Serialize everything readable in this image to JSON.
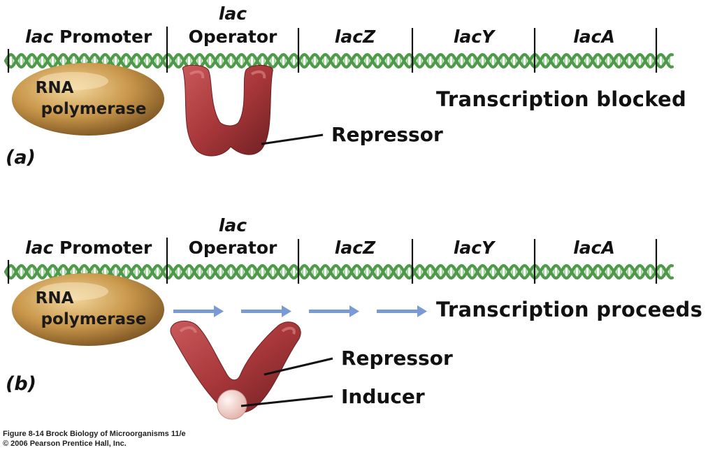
{
  "panel_a": {
    "label": "(a)",
    "genes": {
      "promoter_italic": "lac",
      "promoter": "Promoter",
      "operator_italic": "lac",
      "operator": "Operator",
      "lacz": "lacZ",
      "lacy": "lacY",
      "laca": "lacA"
    },
    "polymerase_line1": "RNA",
    "polymerase_line2": "polymerase",
    "repressor_label": "Repressor",
    "status": "Transcription blocked"
  },
  "panel_b": {
    "label": "(b)",
    "genes": {
      "promoter_italic": "lac",
      "promoter": "Promoter",
      "operator_italic": "lac",
      "operator": "Operator",
      "lacz": "lacZ",
      "lacy": "lacY",
      "laca": "lacA"
    },
    "polymerase_line1": "RNA",
    "polymerase_line2": "polymerase",
    "repressor_label": "Repressor",
    "inducer_label": "Inducer",
    "status": "Transcription proceeds"
  },
  "credit": {
    "line1": "Figure 8-14  Brock Biology of Microorganisms 11/e",
    "line2": "© 2006 Pearson Prentice Hall, Inc."
  },
  "colors": {
    "dna": "#4f9a4a",
    "dna_light": "#8ccf86",
    "polymerase": "#c8964a",
    "repressor": "#a8373a",
    "inducer": "#f2cfc9",
    "arrow": "#7a9ad6"
  }
}
